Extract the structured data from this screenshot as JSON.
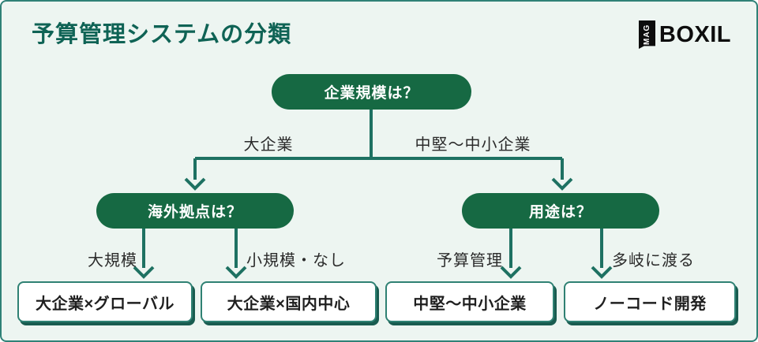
{
  "header": {
    "title": "予算管理システムの分類",
    "logo": {
      "mag": "MAG",
      "name": "BOXIL"
    }
  },
  "flowchart": {
    "root": {
      "label": "企業規模は？"
    },
    "root_branches": {
      "left_label": "大企業",
      "right_label": "中堅〜中小企業"
    },
    "level2": {
      "left": {
        "label": "海外拠点は？",
        "branches": {
          "left_label": "大規模",
          "right_label": "小規模・なし"
        }
      },
      "right": {
        "label": "用途は？",
        "branches": {
          "left_label": "予算管理",
          "right_label": "多岐に渡る"
        }
      }
    },
    "leaves": [
      {
        "label": "大企業×グローバル"
      },
      {
        "label": "大企業×国内中心"
      },
      {
        "label": "中堅〜中小企業"
      },
      {
        "label": "ノーコード開発"
      }
    ]
  },
  "colors": {
    "panel_background": "#edf5f1",
    "panel_border": "#2f8177",
    "title_text": "#0f6355",
    "node_green": "#166943",
    "connector_teal": "#1e7162",
    "leaf_border": "#2f8173",
    "leaf_shadow": "#195c50",
    "logo_black": "#0d0d0d"
  }
}
